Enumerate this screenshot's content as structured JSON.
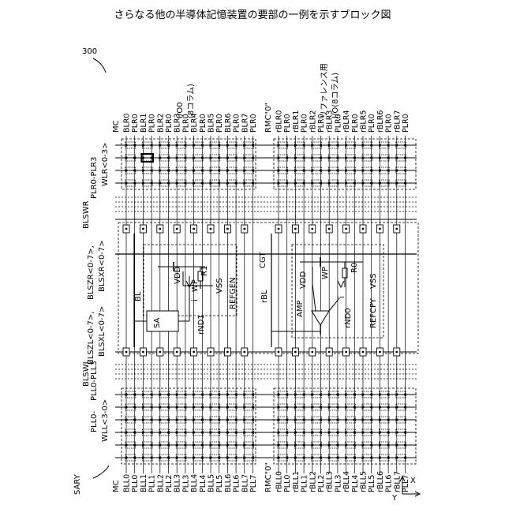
{
  "title": "さらなる他の半導体記憶装置の要部の一例を示すブロック図",
  "ref_number": "300",
  "sary": "SARY",
  "axis_x": "X",
  "axis_y": "Y",
  "io0_label": "I/O0",
  "io0_sub": "(8コラム)",
  "ref_io_label": "リファレンス用",
  "ref_io_sub": "I/O(8コラム)",
  "mc_label": "MC",
  "rmc_label": "RMC\"0\"",
  "top_cols": [
    "BLR0",
    "PLR0",
    "BLR1",
    "PLR0",
    "BLR2",
    "PLR0",
    "BLR3",
    "PLR0",
    "BLR4",
    "PLR0",
    "BLR5",
    "PLR0",
    "BLR6",
    "PLR0",
    "BLR7",
    "PLR0"
  ],
  "top_ref_cols": [
    "rBLR0",
    "PLR0",
    "rBLR1",
    "PLR0",
    "rBLR2",
    "PLR0",
    "rBLR3",
    "PLR0",
    "rBLR4",
    "PLR0",
    "rBLR5",
    "PLR0",
    "rBLR6",
    "PLR0",
    "rBLR7",
    "PLR0"
  ],
  "bot_cols": [
    "BLL0",
    "PLL0",
    "BLL1",
    "PLL1",
    "BLL2",
    "PLL2",
    "BLL3",
    "PLL3",
    "BLL4",
    "PLL4",
    "BLL5",
    "PLL5",
    "BLL6",
    "PLL6",
    "BLL7",
    "PLL7"
  ],
  "bot_ref_cols": [
    "rBLL0",
    "PLL0",
    "rBLL1",
    "PLL1",
    "rBLL2",
    "PLL2",
    "rBLL3",
    "PLL3",
    "rBLL4",
    "PLL4",
    "rBLL5",
    "PLL5",
    "rBLL6",
    "PLL6",
    "rBLL7",
    "PLL7"
  ],
  "left_labels": {
    "wlr": "WLR<0-3>",
    "plr": "PLR0-PLR3",
    "blswr": "BLSWR",
    "blszr": "BLSZR<0-7>,",
    "blsxr": "BLSXR<0-7>",
    "blszl": "BLSZL<0-7>,",
    "blsxl": "BLSXL<0-7>",
    "blswl": "BLSWL",
    "pll": "PLL0-PLL3",
    "wll_a": "PLL0-",
    "wll_b": "WLL<3-0>"
  },
  "inner": {
    "bl": "BL",
    "rbl": "rBL",
    "cgt": "CGT",
    "sa": "SA",
    "vdd": "VDD",
    "wp": "WP",
    "r1": "R1",
    "i": "i",
    "vss": "VSS",
    "refgen": "REFGEN",
    "rnd1": "rND1",
    "amp": "AMP",
    "r0": "R0",
    "rnd0": "rND0",
    "refcpy": "REFCPY"
  }
}
